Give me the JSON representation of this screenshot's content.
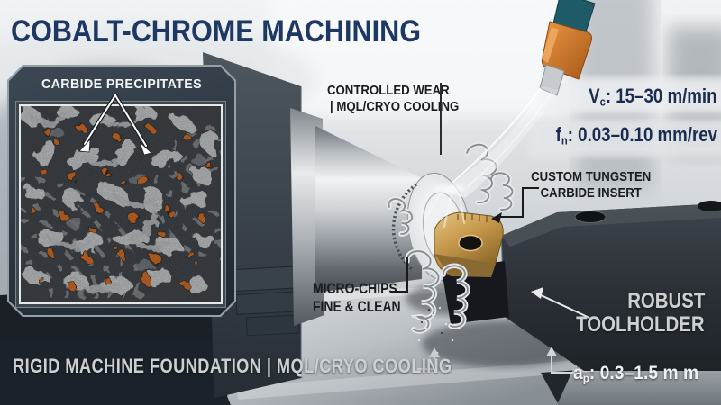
{
  "title": "COBALT-CHROME MACHINING",
  "inset": {
    "label": "CARBIDE PRECIPITATES"
  },
  "annotations": {
    "controlled_wear_line1": "CONTROLLED WEAR",
    "controlled_wear_line2": "| MQL/CRYO COOLING",
    "cutting_speed": {
      "symbol": "V",
      "sub": "c",
      "value": ": 15–30 m/min"
    },
    "feed_rate": {
      "symbol": "f",
      "sub": "n",
      "value": ": 0.03–0.10 mm/rev"
    },
    "insert_line1": "CUSTOM TUNGSTEN",
    "insert_line2": "CARBIDE INSERT",
    "micro_chips_line1": "MICRO-CHIPS",
    "micro_chips_line2": "FINE & CLEAN",
    "toolholder_line1": "ROBUST",
    "toolholder_line2": "TOOLHOLDER",
    "foundation": "RIGID MACHINE FOUNDATION | MQL/CRYO COOLING",
    "depth_of_cut": {
      "symbol": "a",
      "sub": "p",
      "value": ": 0.3–1.5 m m"
    }
  },
  "colors": {
    "title_navy": "#1d3862",
    "carbide_orange": "#e07b28",
    "insert_gold": "#c49a52",
    "nozzle_orange": "#d9822e",
    "nozzle_teal": "#1f5a68",
    "panel_slate": "#2e3a46",
    "dark_text": "#1a1d1f",
    "light_text": "#ccd0d3"
  }
}
